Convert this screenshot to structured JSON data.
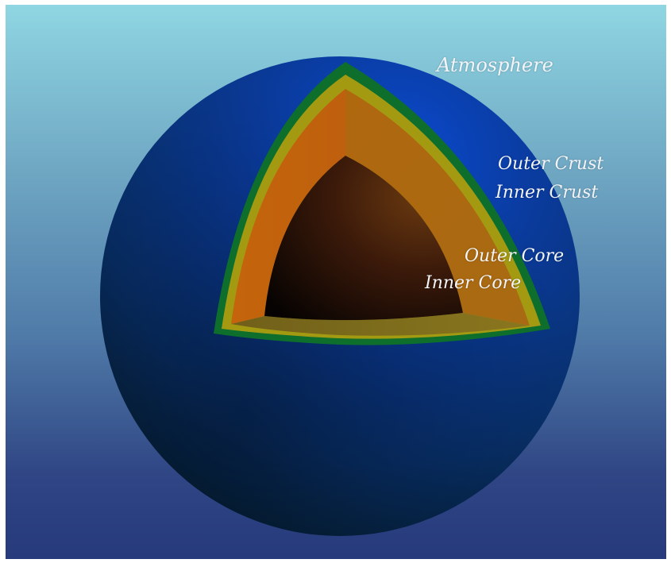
{
  "labels": {
    "atmosphere": "Atmosphere",
    "outer_crust": "Outer Crust",
    "inner_crust": "Inner Crust",
    "outer_core": "Outer Core",
    "inner_core": "Inner Core"
  },
  "colors": {
    "background_top": "#8fd6e2",
    "background_bottom": "#263a7c",
    "atmosphere": "#0b3fa8",
    "outer_crust": "#0e6e2c",
    "inner_crust": "#a39a12",
    "outer_core": "#c2640e",
    "inner_core": "#3a1a0c",
    "label_text": "#f2f4f8"
  }
}
